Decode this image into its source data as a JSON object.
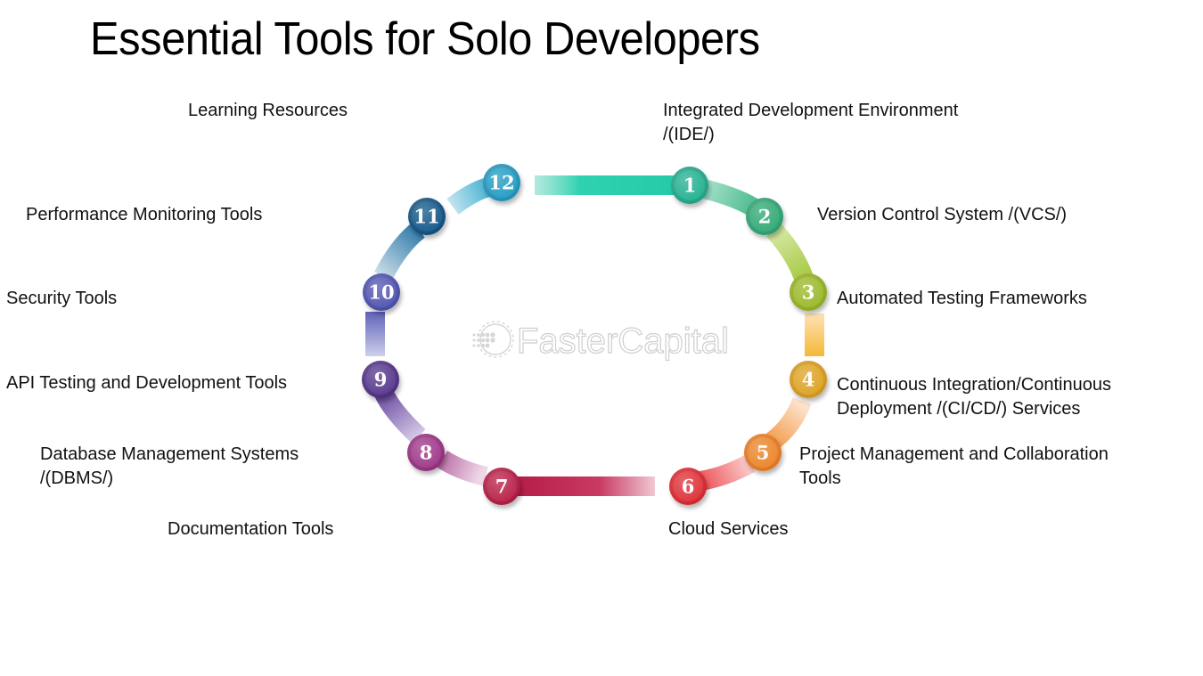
{
  "title": "Essential Tools for Solo Developers",
  "watermark": {
    "text": "FasterCapital",
    "icon": "gear-logo-icon"
  },
  "steps": [
    {
      "number": "1",
      "label_lines": [
        "Integrated Development Environment",
        "/(IDE/)"
      ],
      "color": "#1fa88a"
    },
    {
      "number": "2",
      "label_lines": [
        "Version Control System /(VCS/)"
      ],
      "color": "#2e9e6e"
    },
    {
      "number": "3",
      "label_lines": [
        "Automated Testing Frameworks"
      ],
      "color": "#93b021"
    },
    {
      "number": "4",
      "label_lines": [
        "Continuous Integration/Continuous",
        "Deployment /(CI/CD/) Services"
      ],
      "color": "#d69a1c"
    },
    {
      "number": "5",
      "label_lines": [
        "Project Management and Collaboration",
        "Tools"
      ],
      "color": "#e57b22"
    },
    {
      "number": "6",
      "label_lines": [
        "Cloud Services"
      ],
      "color": "#d8282f"
    },
    {
      "number": "7",
      "label_lines": [
        "Documentation Tools"
      ],
      "color": "#b0183f"
    },
    {
      "number": "8",
      "label_lines": [
        "Database Management Systems",
        "/(DBMS/)"
      ],
      "color": "#96307f"
    },
    {
      "number": "9",
      "label_lines": [
        "API Testing and Development Tools"
      ],
      "color": "#4f2f82"
    },
    {
      "number": "10",
      "label_lines": [
        "Security Tools"
      ],
      "color": "#4b4ea8"
    },
    {
      "number": "11",
      "label_lines": [
        "Performance Monitoring Tools"
      ],
      "color": "#0f4f80"
    },
    {
      "number": "12",
      "label_lines": [
        "Learning Resources"
      ],
      "color": "#1b93b8"
    }
  ]
}
